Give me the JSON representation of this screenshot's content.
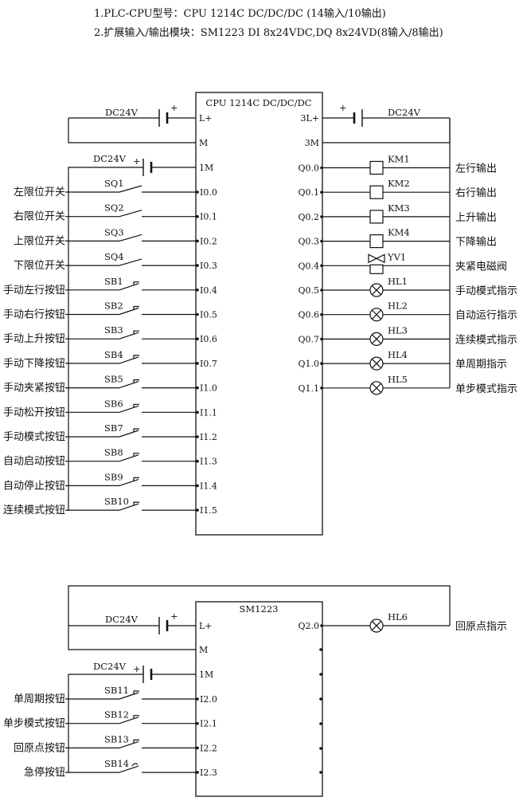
{
  "notes": {
    "line1": "1.PLC-CPU型号：CPU 1214C DC/DC/DC (14输入/10输出)",
    "line2": "2.扩展输入/输出模块：SM1223 DI 8x24VDC,DQ 8x24VD(8输入/8输出)"
  },
  "cpu": {
    "title": "CPU 1214C DC/DC/DC",
    "supply_label": "DC24V",
    "supply_plus": "+",
    "pins_left_power": [
      "L+",
      "M"
    ],
    "input_supply_label": "DC24V",
    "input_supply_plus": "+",
    "common_in": "1M",
    "inputs": [
      {
        "label": "左限位开关",
        "device": "SQ1",
        "kind": "limit",
        "pin": "I0.0"
      },
      {
        "label": "右限位开关",
        "device": "SQ2",
        "kind": "limit",
        "pin": "I0.1"
      },
      {
        "label": "上限位开关",
        "device": "SQ3",
        "kind": "limit",
        "pin": "I0.2"
      },
      {
        "label": "下限位开关",
        "device": "SQ4",
        "kind": "limit",
        "pin": "I0.3"
      },
      {
        "label": "手动左行按钮",
        "device": "SB1",
        "kind": "button",
        "pin": "I0.4"
      },
      {
        "label": "手动右行按钮",
        "device": "SB2",
        "kind": "button",
        "pin": "I0.5"
      },
      {
        "label": "手动上升按钮",
        "device": "SB3",
        "kind": "button",
        "pin": "I0.6"
      },
      {
        "label": "手动下降按钮",
        "device": "SB4",
        "kind": "button",
        "pin": "I0.7"
      },
      {
        "label": "手动夹紧按钮",
        "device": "SB5",
        "kind": "button",
        "pin": "I1.0"
      },
      {
        "label": "手动松开按钮",
        "device": "SB6",
        "kind": "button",
        "pin": "I1.1"
      },
      {
        "label": "手动模式按钮",
        "device": "SB7",
        "kind": "button",
        "pin": "I1.2"
      },
      {
        "label": "自动启动按钮",
        "device": "SB8",
        "kind": "button",
        "pin": "I1.3"
      },
      {
        "label": "自动停止按钮",
        "device": "SB9",
        "kind": "button",
        "pin": "I1.4"
      },
      {
        "label": "连续模式按钮",
        "device": "SB10",
        "kind": "button",
        "pin": "I1.5"
      }
    ],
    "out_supply_label": "DC24V",
    "out_supply_plus": "+",
    "pins_right_power": [
      "3L+",
      "3M"
    ],
    "outputs": [
      {
        "pin": "Q0.0",
        "device": "KM1",
        "kind": "coil",
        "label": "左行输出"
      },
      {
        "pin": "Q0.1",
        "device": "KM2",
        "kind": "coil",
        "label": "右行输出"
      },
      {
        "pin": "Q0.2",
        "device": "KM3",
        "kind": "coil",
        "label": "上升输出"
      },
      {
        "pin": "Q0.3",
        "device": "KM4",
        "kind": "coil",
        "label": "下降输出"
      },
      {
        "pin": "Q0.4",
        "device": "YV1",
        "kind": "valve",
        "label": "夹紧电磁阀"
      },
      {
        "pin": "Q0.5",
        "device": "HL1",
        "kind": "lamp",
        "label": "手动模式指示"
      },
      {
        "pin": "Q0.6",
        "device": "HL2",
        "kind": "lamp",
        "label": "自动运行指示"
      },
      {
        "pin": "Q0.7",
        "device": "HL3",
        "kind": "lamp",
        "label": "连续模式指示"
      },
      {
        "pin": "Q1.0",
        "device": "HL4",
        "kind": "lamp",
        "label": "单周期指示"
      },
      {
        "pin": "Q1.1",
        "device": "HL5",
        "kind": "lamp",
        "label": "单步模式指示"
      }
    ]
  },
  "sm": {
    "title": "SM1223",
    "supply_label": "DC24V",
    "supply_plus": "+",
    "pins_left_power": [
      "L+",
      "M"
    ],
    "input_supply_label": "DC24V",
    "input_supply_plus": "+",
    "common_in": "1M",
    "inputs": [
      {
        "label": "单周期按钮",
        "device": "SB11",
        "kind": "button",
        "pin": "I2.0"
      },
      {
        "label": "单步模式按钮",
        "device": "SB12",
        "kind": "button",
        "pin": "I2.1"
      },
      {
        "label": "回原点按钮",
        "device": "SB13",
        "kind": "button",
        "pin": "I2.2"
      },
      {
        "label": "急停按钮",
        "device": "SB14",
        "kind": "estop",
        "pin": "I2.3"
      }
    ],
    "outputs": [
      {
        "pin": "Q2.0",
        "device": "HL6",
        "kind": "lamp",
        "label": "回原点指示"
      }
    ]
  }
}
